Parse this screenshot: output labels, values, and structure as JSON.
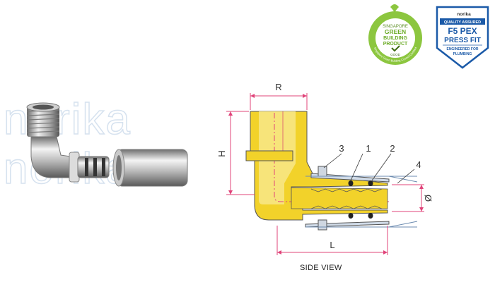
{
  "watermark": {
    "word": "norika"
  },
  "badges": {
    "green": {
      "line1": "SINGAPORE",
      "line2": "GREEN",
      "line3": "BUILDING",
      "line4": "PRODUCT",
      "rating": "GOOD",
      "ring_text": "Singapore Green Building Council Certified",
      "color": "#8cc63f"
    },
    "quality": {
      "brand": "norika",
      "top": "QUALITY ASSURED",
      "line1": "F5 PEX",
      "line2": "PRESS FIT",
      "bottom1": "ENGINEERED FOR",
      "bottom2": "PLUMBING",
      "color": "#1b5aa8"
    }
  },
  "diagram": {
    "dim_R": "R",
    "dim_H": "H",
    "dim_L": "L",
    "dim_diameter": "Ø",
    "callouts": [
      "3",
      "1",
      "2",
      "4"
    ],
    "caption": "SIDE VIEW",
    "dimension_color": "#e0447a",
    "brass_color": "#f2d22a"
  }
}
